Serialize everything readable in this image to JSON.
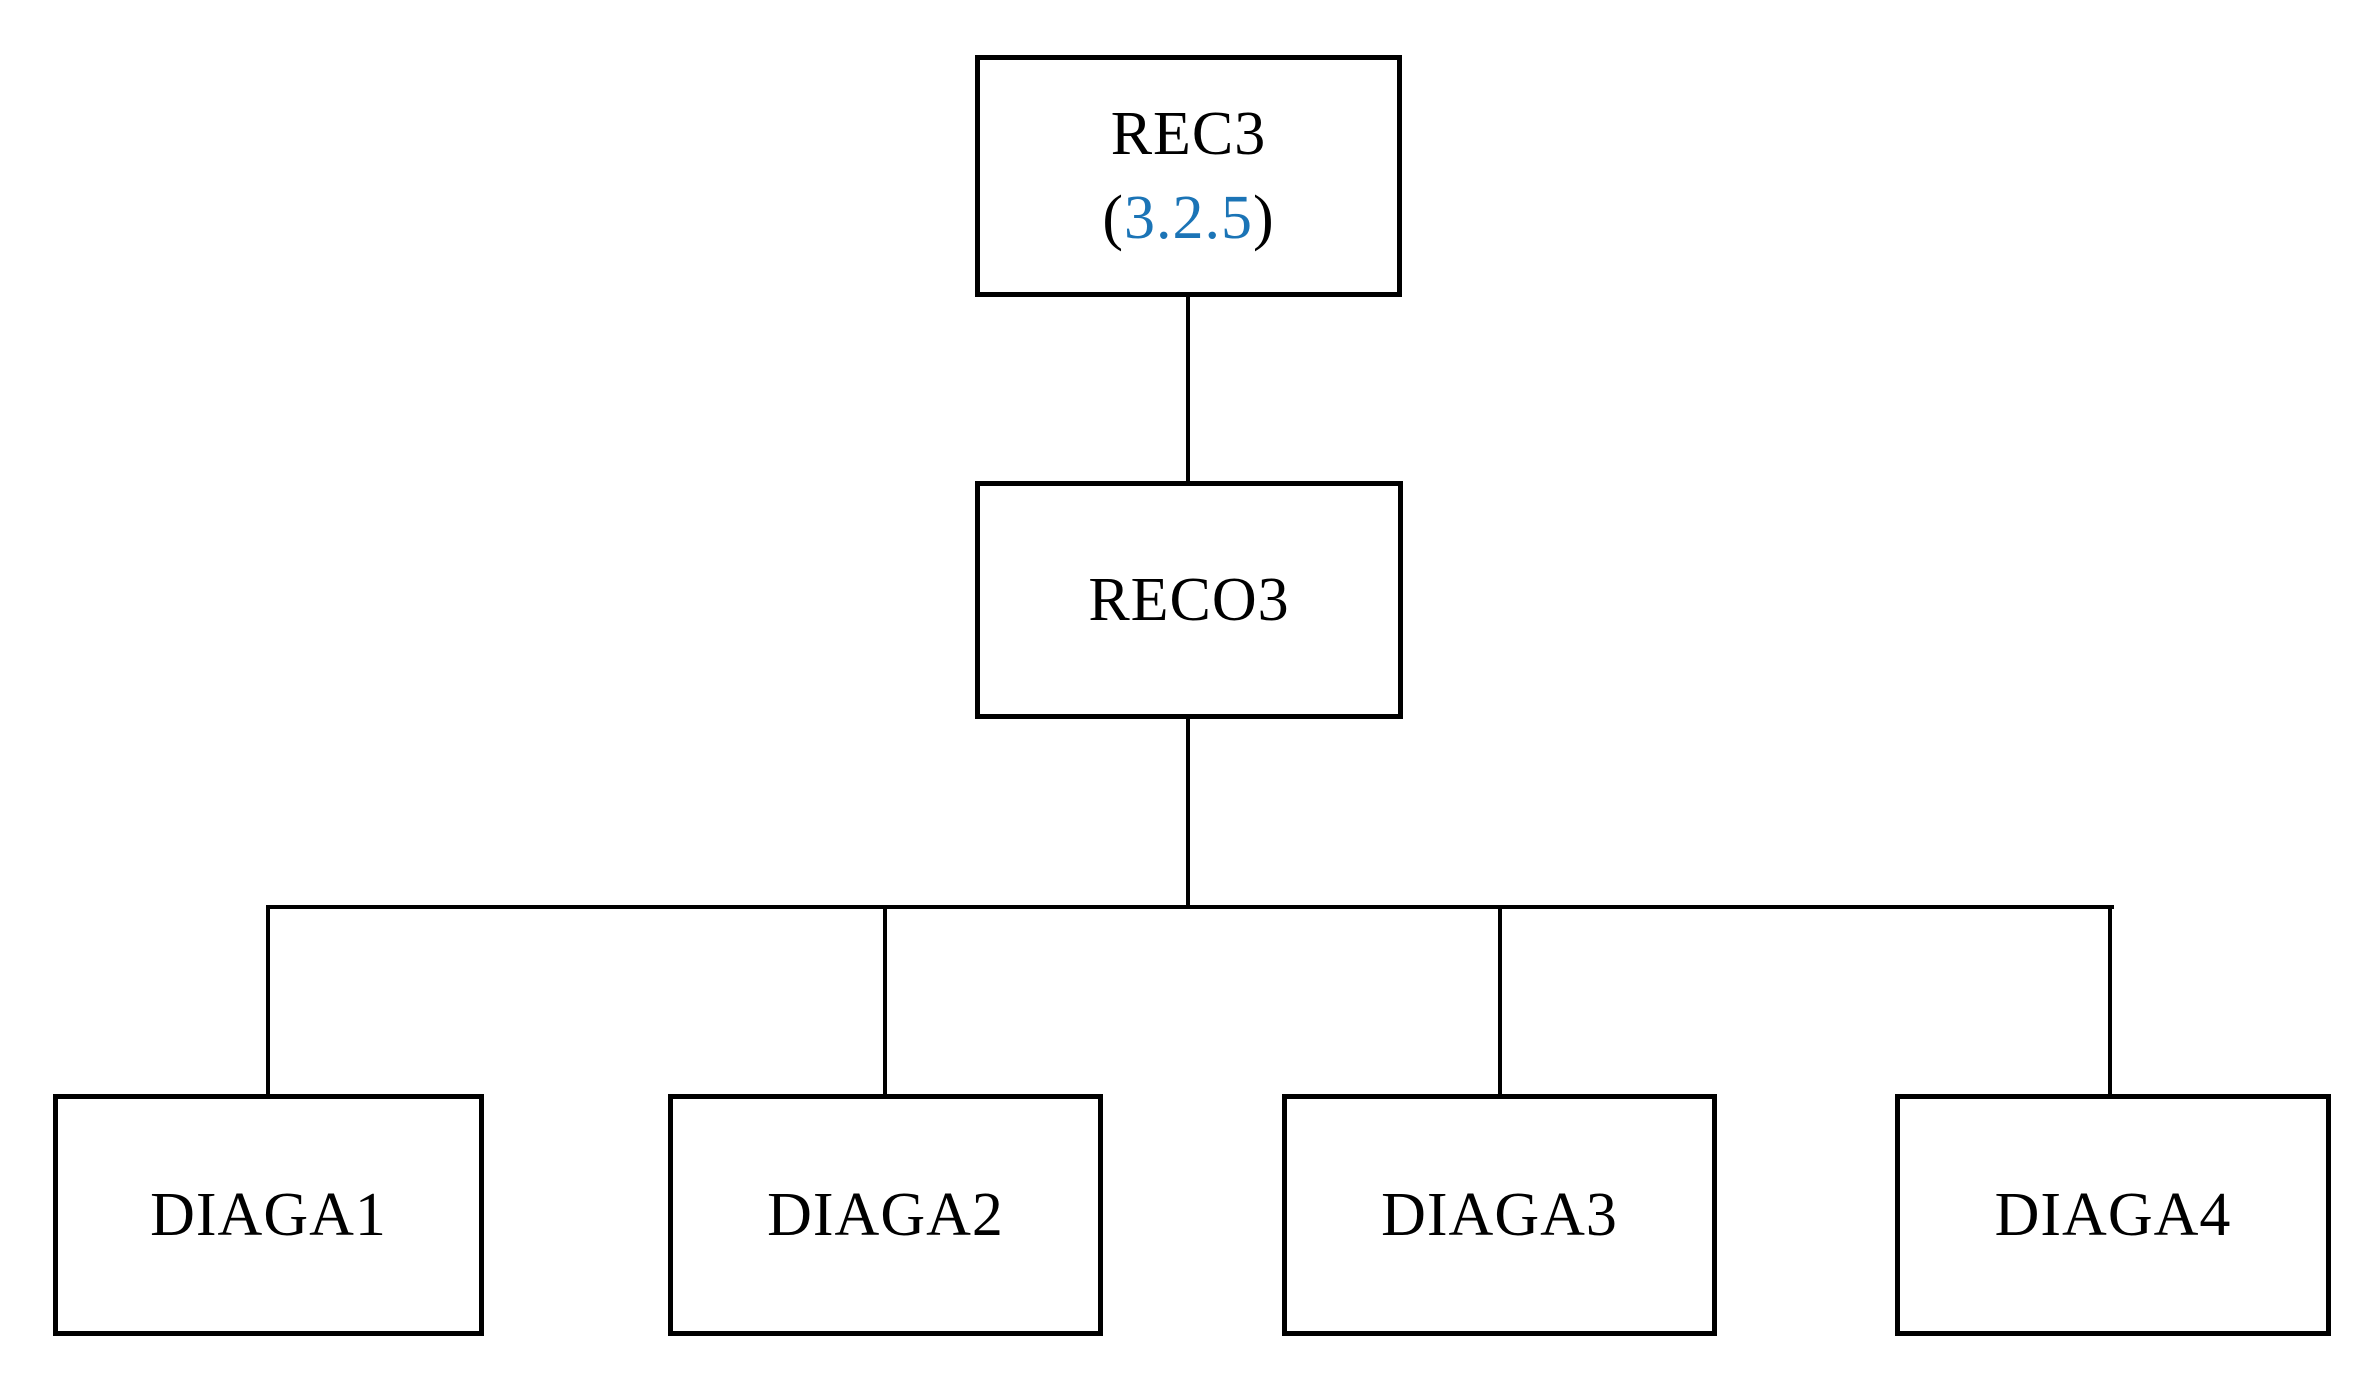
{
  "figure": {
    "background": "#ffffff",
    "line_color": "#000000",
    "text_color": "#000000",
    "link_color": "#1b74b6"
  },
  "nodes": {
    "root": {
      "label": "REC3",
      "ref_open": "(",
      "ref": "3.2.5",
      "ref_close": ")"
    },
    "intermediate": {
      "label": "RECO3"
    },
    "leaves": [
      {
        "label": "DIAGA1"
      },
      {
        "label": "DIAGA2"
      },
      {
        "label": "DIAGA3"
      },
      {
        "label": "DIAGA4"
      }
    ]
  }
}
